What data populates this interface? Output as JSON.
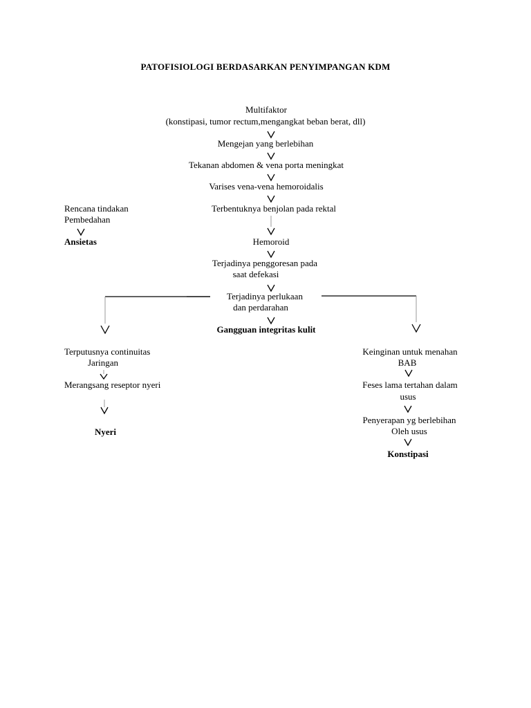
{
  "title": "PATOFISIOLOGI BERDASARKAN PENYIMPANGAN KDM",
  "center": {
    "multifaktor": "Multifaktor",
    "multifaktor_detail": "(konstipasi, tumor rectum,mengangkat beban berat, dll)",
    "mengejan": "Mengejan yang berlebihan",
    "tekanan": "Tekanan abdomen & vena porta meningkat",
    "varises": "Varises vena-vena hemoroidalis",
    "benjolan": "Terbentuknya benjolan pada rektal",
    "hemoroid": "Hemoroid",
    "penggoresan_1": "Terjadinya penggoresan pada",
    "penggoresan_2": "saat defekasi",
    "perlukaan_1": "Terjadinya perlukaan",
    "perlukaan_2": "dan perdarahan",
    "gangguan": "Gangguan integritas kulit"
  },
  "left_top": {
    "rencana_1": "Rencana tindakan",
    "rencana_2": "Pembedahan",
    "ansietas": "Ansietas"
  },
  "left": {
    "terputus_1": "Terputusnya continuitas",
    "terputus_2": "Jaringan",
    "merangsang": "Merangsang reseptor nyeri",
    "nyeri": "Nyeri"
  },
  "right": {
    "keinginan_1": "Keinginan untuk menahan",
    "keinginan_2": "BAB",
    "feses_1": "Feses lama tertahan dalam",
    "feses_2": "usus",
    "penyerapan_1": "Penyerapan yg berlebihan",
    "penyerapan_2": "Oleh usus",
    "konstipasi": "Konstipasi"
  }
}
